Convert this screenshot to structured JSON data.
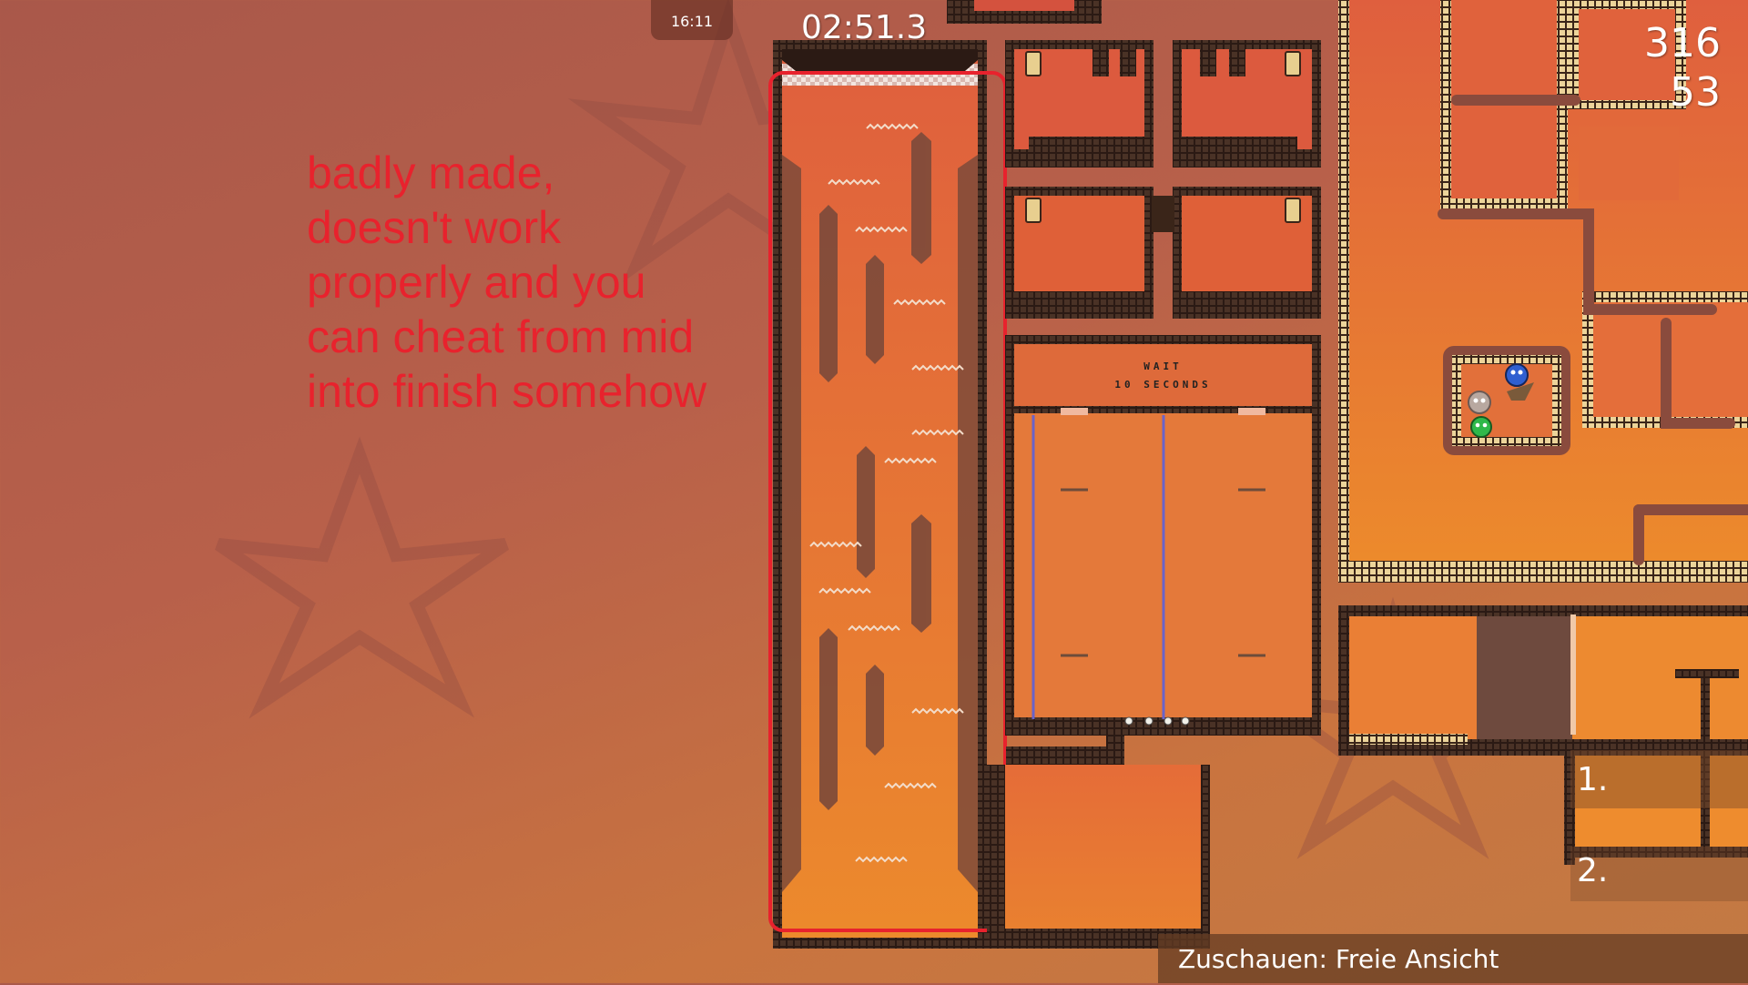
{
  "hud": {
    "clock": "16:11",
    "race_time": "02:51.3",
    "score_top": "316",
    "score_bottom": "53",
    "rank_1": "1.",
    "rank_2": "2.",
    "spectate_status": "Zuschauen: Freie Ansicht"
  },
  "annotation": {
    "lines": [
      "badly made,",
      "doesn't work",
      "properly and you",
      "can cheat from mid",
      "into finish somehow"
    ]
  },
  "map": {
    "wait_sign_line1": "WAIT",
    "wait_sign_line2": "10  SECONDS",
    "highlight_color": "#e8222d",
    "floor_color": "#e8802e",
    "wall_color": "#2b1a14",
    "path_color": "#e9cf96"
  },
  "players": [
    {
      "name": "blue-tee"
    },
    {
      "name": "grey-tee"
    },
    {
      "name": "green-tee"
    }
  ]
}
